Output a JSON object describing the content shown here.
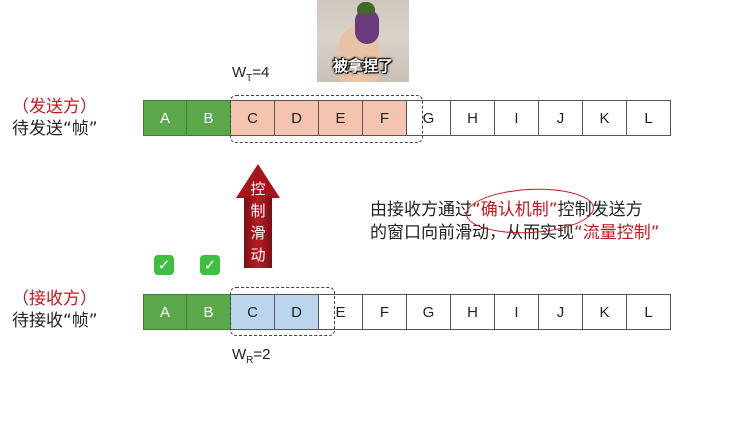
{
  "meme": {
    "caption": "被拿捏了",
    "icon": "eggplant-plush-meme"
  },
  "sender": {
    "role": "（发送方）",
    "pending": "待发送“帧”",
    "window_label_main": "W",
    "window_label_sub": "T",
    "window_label_rest": "=4",
    "frames": [
      "A",
      "B",
      "C",
      "D",
      "E",
      "F",
      "G",
      "H",
      "I",
      "J",
      "K",
      "L"
    ],
    "states": [
      "acked",
      "acked",
      "window",
      "window",
      "window",
      "window",
      "idle",
      "idle",
      "idle",
      "idle",
      "idle",
      "idle"
    ]
  },
  "receiver": {
    "role": "（接收方）",
    "pending": "待接收“帧”",
    "window_label_main": "W",
    "window_label_sub": "R",
    "window_label_rest": "=2",
    "frames": [
      "A",
      "B",
      "C",
      "D",
      "E",
      "F",
      "G",
      "H",
      "I",
      "J",
      "K",
      "L"
    ],
    "states": [
      "acked",
      "acked",
      "window",
      "window",
      "idle",
      "idle",
      "idle",
      "idle",
      "idle",
      "idle",
      "idle",
      "idle"
    ],
    "check_symbol": "✓"
  },
  "arrow": {
    "chars": [
      "控",
      "制",
      "滑",
      "动"
    ]
  },
  "explanation": {
    "line1_a": "由接收方通过",
    "line1_highlight": "“确认机制”",
    "line1_b": "控制发送方",
    "line2_a": "的窗口向前滑动，从而实现",
    "line2_highlight": "“流量控制”"
  },
  "colors": {
    "acked": "#5aa84a",
    "sender_window": "#f5c4b0",
    "receiver_window": "#bcd5ee",
    "accent_red": "#c0191f",
    "arrow": "#a8141c",
    "check": "#3fbf3f"
  }
}
